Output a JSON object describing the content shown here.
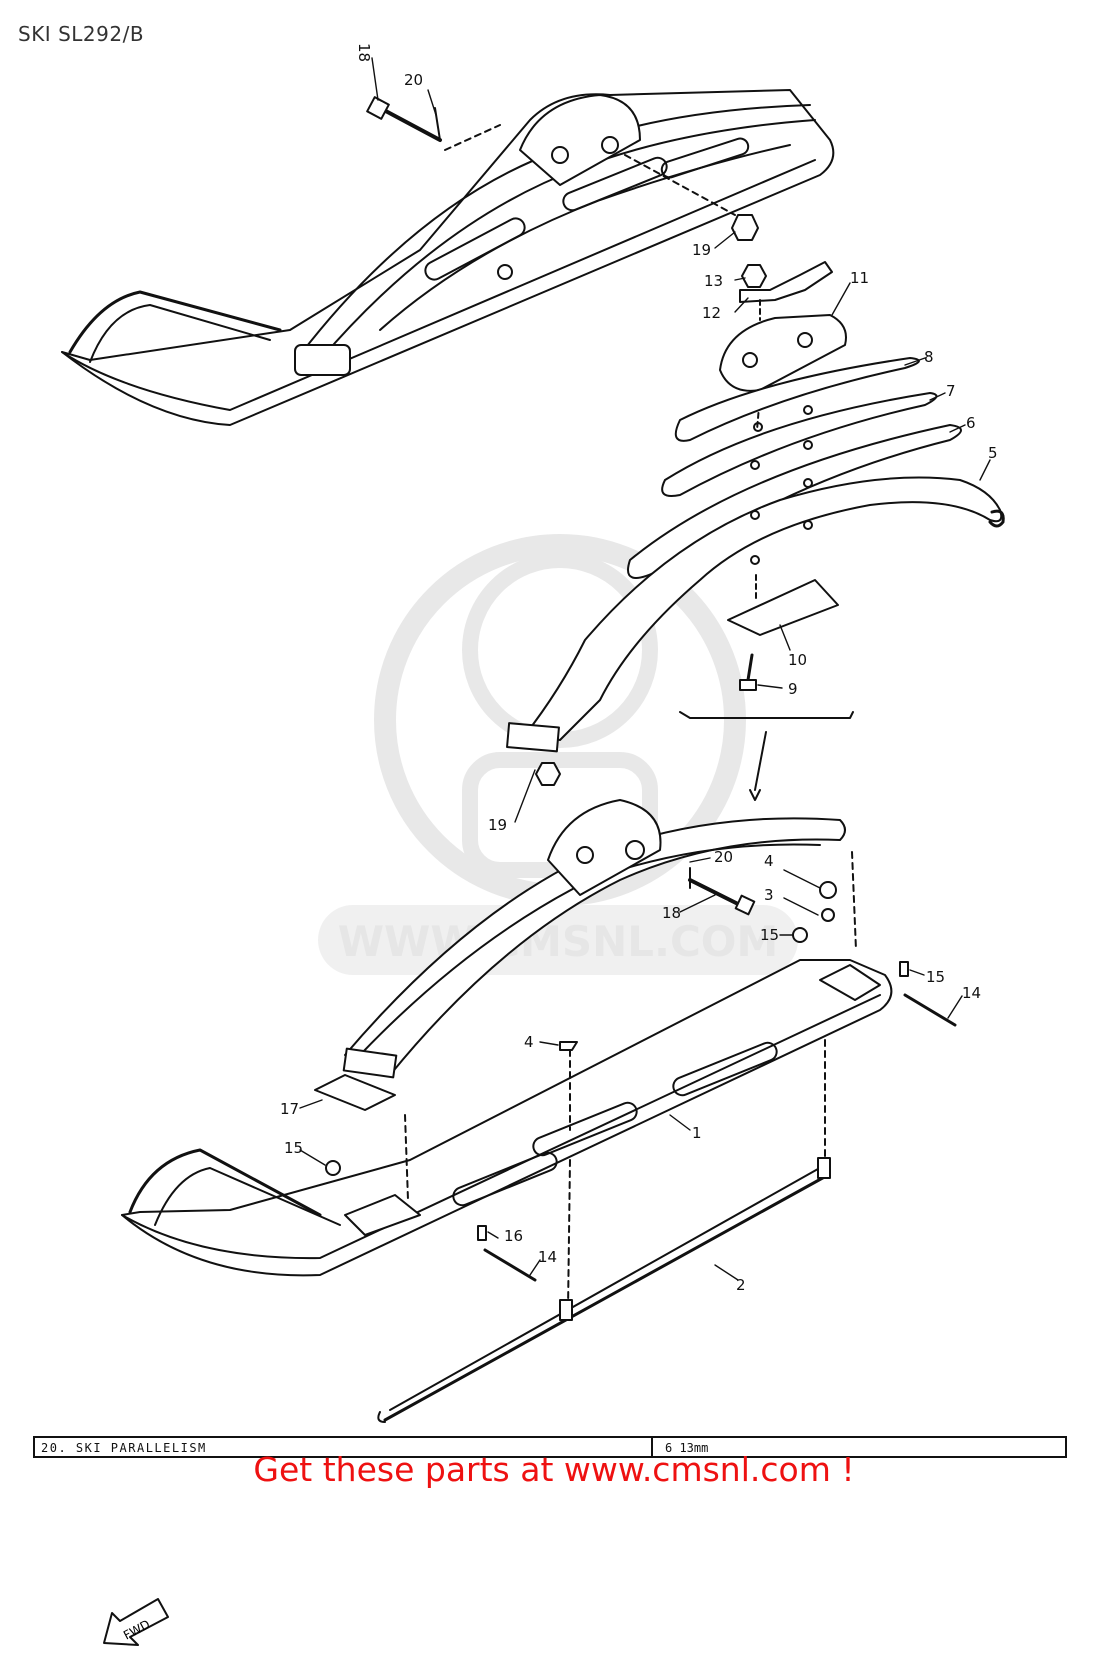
{
  "page": {
    "title": "SKI SL292/B"
  },
  "watermark": {
    "text": "WWW.CMSNL.COM"
  },
  "callouts": {
    "top_ski": [
      "18",
      "20",
      "19"
    ],
    "hardware": [
      "13",
      "12",
      "11"
    ],
    "leaf_springs": [
      "8",
      "7",
      "6",
      "5"
    ],
    "bracket": [
      "10",
      "9"
    ],
    "lower_ski": [
      "19",
      "20",
      "18",
      "4",
      "3",
      "15",
      "15",
      "14",
      "4",
      "1",
      "17",
      "15",
      "16",
      "14",
      "2"
    ]
  },
  "spec_table": {
    "label": "20.  SKI PARALLELISM",
    "value": "6 13mm"
  },
  "promo": {
    "text": "Get these parts at www.cmsnl.com !",
    "color": "#ee1111"
  },
  "icons": {
    "fwd_arrow": "FWD"
  }
}
